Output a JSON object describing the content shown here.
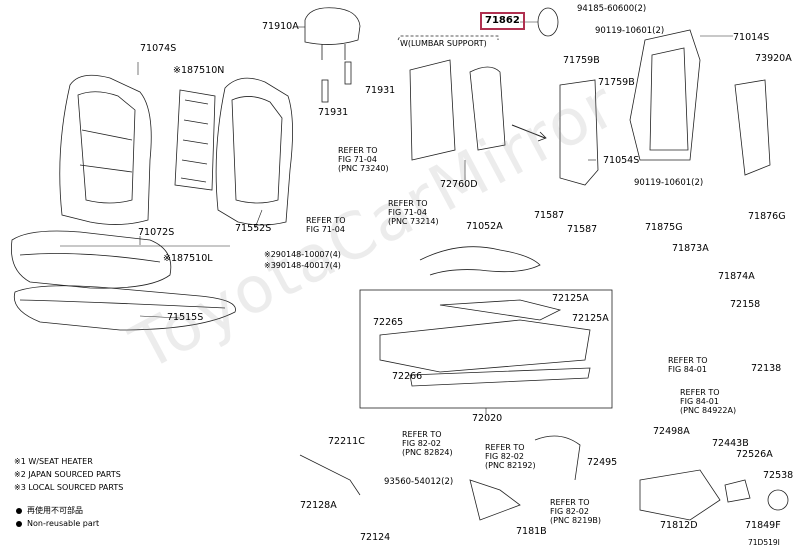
{
  "highlight_part": "71862",
  "parts": {
    "p71910A": "71910A",
    "p71074S": "71074S",
    "p87510N": "87510N",
    "p71931a": "71931",
    "p71931b": "71931",
    "lumbar": "W(LUMBAR SUPPORT)",
    "p72760D": "72760D",
    "p94185": "94185-60600(2)",
    "p90119a": "90119-10601(2)",
    "p71014S": "71014S",
    "p71759Ba": "71759B",
    "p71759Bb": "71759B",
    "p73920A": "73920A",
    "p71054S": "71054S",
    "p90119b": "90119-10601(2)",
    "p71552S": "71552S",
    "p71072S": "71072S",
    "p87510L": "87510L",
    "p71515S": "71515S",
    "p71052A": "71052A",
    "p71587a": "71587",
    "p71587b": "71587",
    "p71875G": "71875G",
    "p71876G": "71876G",
    "p71873A": "71873A",
    "p71874A": "71874A",
    "p72158": "72158",
    "p72138": "72138",
    "p90148a": "90148-10007(4)",
    "p90148b": "90148-40017(4)",
    "p72125Aa": "72125A",
    "p72125Ab": "72125A",
    "p72265": "72265",
    "p72266": "72266",
    "p72020": "72020",
    "p72211C": "72211C",
    "p72128A": "72128A",
    "p93560": "93560-54012(2)",
    "p72124": "72124",
    "p7181B": "7181B",
    "p72498A": "72498A",
    "p72443B": "72443B",
    "p72495": "72495",
    "p72526A": "72526A",
    "p72538": "72538",
    "p71812D": "71812D",
    "p71849F": "71849F"
  },
  "refs": {
    "r1": "REFER TO\nFIG 71-04\n(PNC 73240)",
    "r2": "REFER TO\nFIG 71-04",
    "r3": "REFER TO\nFIG 71-04\n(PNC 73214)",
    "r4": "REFER TO\nFIG 84-01",
    "r5": "REFER TO\nFIG 84-01\n(PNC 84922A)",
    "r6": "REFER TO\nFIG 82-02\n(PNC 82824)",
    "r7": "REFER TO\nFIG 82-02\n(PNC 82192)",
    "r8": "REFER TO\nFIG 82-02\n(PNC 8219B)"
  },
  "marks": {
    "m1": "※1",
    "m2": "※2",
    "m3": "※3"
  },
  "legend": {
    "l1": "※1 W/SEAT HEATER",
    "l2": "※2 JAPAN SOURCED PARTS",
    "l3": "※3 LOCAL SOURCED PARTS",
    "l4": "再使用不可部品",
    "l5": "Non-reusable part"
  },
  "watermark": "ToyotaCarMirror",
  "figure_id": "71D519I"
}
